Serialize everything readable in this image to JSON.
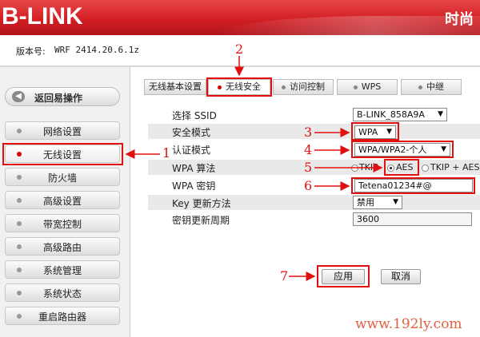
{
  "header": {
    "logo": "B-LINK",
    "brand_right": "时尚"
  },
  "version": {
    "label": "版本号:",
    "value": "WRF 2414.20.6.1z"
  },
  "sidebar": {
    "back_label": "返回易操作",
    "items": [
      {
        "label": "网络设置",
        "active": false
      },
      {
        "label": "无线设置",
        "active": true
      },
      {
        "label": "防火墙",
        "active": false
      },
      {
        "label": "高级设置",
        "active": false
      },
      {
        "label": "带宽控制",
        "active": false
      },
      {
        "label": "高级路由",
        "active": false
      },
      {
        "label": "系统管理",
        "active": false
      },
      {
        "label": "系统状态",
        "active": false
      },
      {
        "label": "重启路由器",
        "active": false
      }
    ]
  },
  "tabs": [
    {
      "label": "无线基本设置",
      "active": false
    },
    {
      "label": "无线安全",
      "active": true
    },
    {
      "label": "访问控制",
      "active": false
    },
    {
      "label": "WPS",
      "active": false
    },
    {
      "label": "中继",
      "active": false
    }
  ],
  "form": {
    "ssid": {
      "label": "选择 SSID",
      "value": "B-LINK_858A9A"
    },
    "security_mode": {
      "label": "安全模式",
      "value": "WPA"
    },
    "auth_mode": {
      "label": "认证模式",
      "value": "WPA/WPA2-个人"
    },
    "wpa_algo": {
      "label": "WPA 算法",
      "options": [
        "TKIP",
        "AES",
        "TKIP + AES"
      ],
      "selected": "AES"
    },
    "wpa_key": {
      "label": "WPA 密钥",
      "value": "Tetena01234#@"
    },
    "key_update": {
      "label": "Key 更新方法",
      "value": "禁用"
    },
    "key_period": {
      "label": "密钥更新周期",
      "value": "3600"
    }
  },
  "buttons": {
    "apply": "应用",
    "cancel": "取消"
  },
  "annotations": [
    "1",
    "2",
    "3",
    "4",
    "5",
    "6",
    "7"
  ],
  "watermark": "www.192ly.com",
  "colors": {
    "header_red": "#d21f24",
    "annotation_red": "#e01010",
    "active_dot": "#d20000"
  }
}
